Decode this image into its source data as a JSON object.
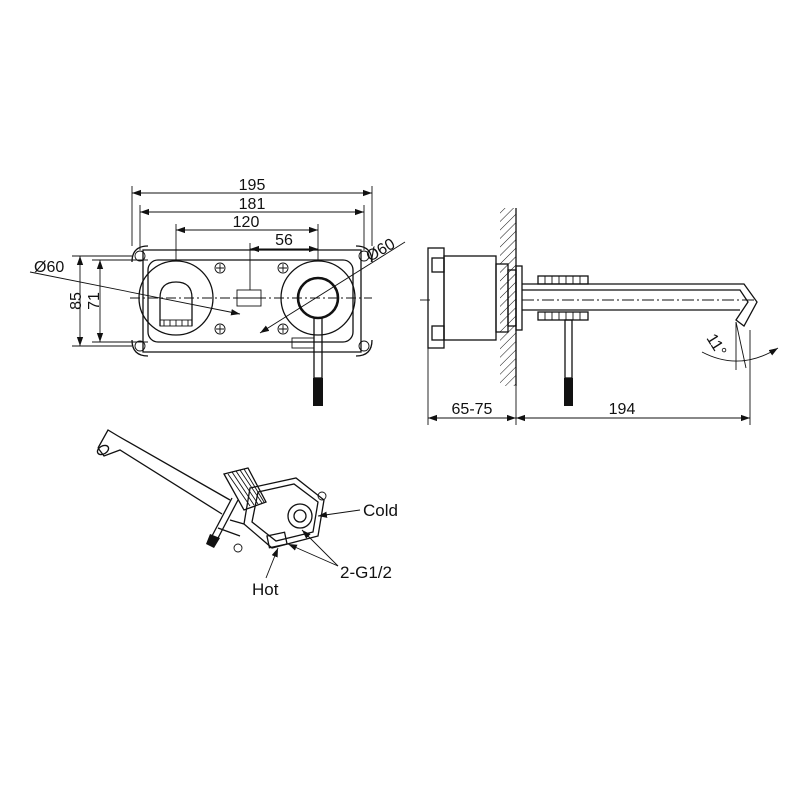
{
  "front_view": {
    "dims": {
      "width_195": "195",
      "width_181": "181",
      "width_120": "120",
      "width_56": "56",
      "dia_left": "Ø60",
      "dia_right": "Ø60",
      "height_85": "85",
      "height_71": "71"
    }
  },
  "side_view": {
    "dims": {
      "depth": "65-75",
      "spout_length": "194",
      "angle": "11°"
    }
  },
  "iso_view": {
    "labels": {
      "cold": "Cold",
      "hot": "Hot",
      "thread": "2-G1/2"
    }
  },
  "colors": {
    "line": "#111111",
    "background": "#ffffff"
  }
}
